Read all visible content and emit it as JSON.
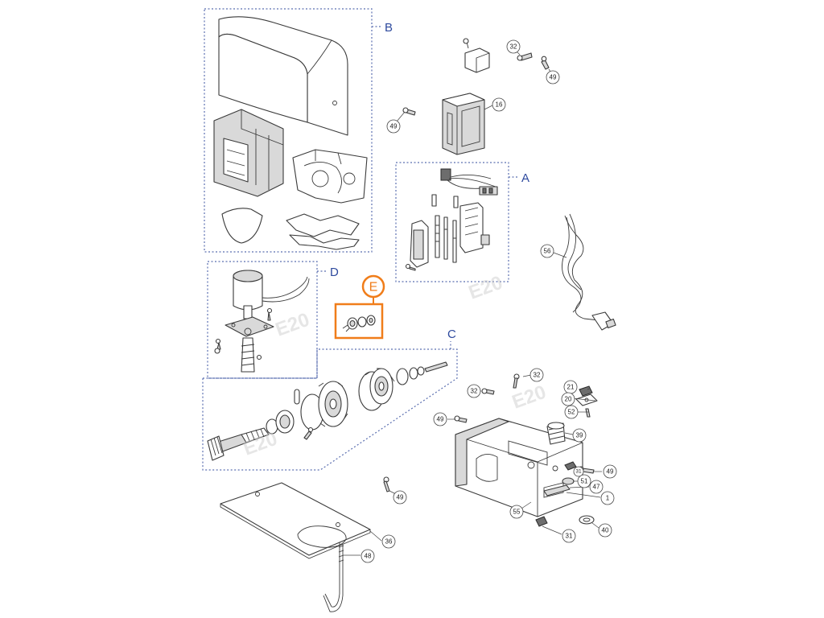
{
  "group_labels": {
    "a": "A",
    "b": "B",
    "c": "C",
    "d": "D",
    "e": "E"
  },
  "callouts": {
    "c32_top": "32",
    "c49_top": "49",
    "c16": "16",
    "c49_left": "49",
    "c56": "56",
    "c32_mid": "32",
    "c32_mid2": "32",
    "c21": "21",
    "c20": "20",
    "c52": "52",
    "c49_mid": "49",
    "c39": "39",
    "c31_a": "31",
    "c49_right": "49",
    "c51": "51",
    "c47": "47",
    "c1": "1",
    "c55": "55",
    "c40": "40",
    "c31_b": "31",
    "c49_bottom": "49",
    "c36": "36",
    "c48": "48"
  },
  "highlight": {
    "group": "E",
    "color": "#f07d1a"
  },
  "frame_color": "#5b6fb0"
}
